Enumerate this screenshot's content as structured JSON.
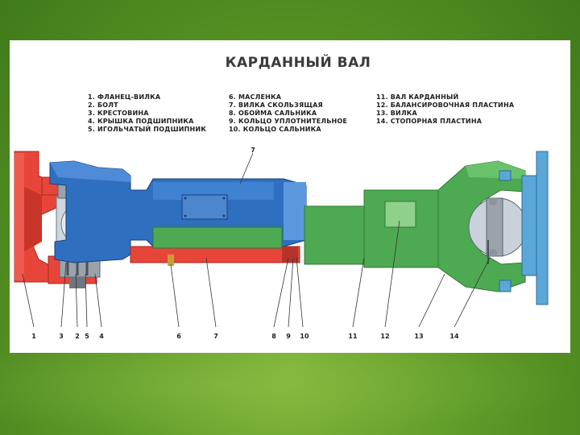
{
  "title": "КАРДАННЫЙ ВАЛ",
  "legend": {
    "col1": [
      "1. ФЛАНЕЦ-ВИЛКА",
      "2. БОЛТ",
      "3. КРЕСТОВИНА",
      "4. КРЫШКА ПОДШИПНИКА",
      "5. ИГОЛЬЧАТЫЙ ПОДШИПНИК"
    ],
    "col2": [
      "6. МАСЛЕНКА",
      "7. ВИЛКА СКОЛЬЗЯЩАЯ",
      "8. ОБОЙМА САЛЬНИКА",
      "9. КОЛЬЦО УПЛОТНИТЕЛЬНОЕ",
      "10. КОЛЬЦО САЛЬНИКА"
    ],
    "col3": [
      "11. ВАЛ КАРДАННЫЙ",
      "12. БАЛАНСИРОВОЧНАЯ ПЛАСТИНА",
      "13. ВИЛКА",
      "14. СТОПОРНАЯ ПЛАСТИНА"
    ]
  },
  "callouts": {
    "top_7": "7",
    "n1": "1",
    "n3": "3",
    "n2": "2",
    "n5": "5",
    "n4": "4",
    "n6": "6",
    "n7": "7",
    "n8": "8",
    "n9": "9",
    "n10": "10",
    "n11": "11",
    "n12": "12",
    "n13": "13",
    "n14": "14"
  },
  "colors": {
    "background_green": "#5f9a28",
    "flange_red": "#e8453a",
    "slip_yoke_blue": "#2f6fc0",
    "shaft_green": "#4eaa52",
    "flange_light_blue": "#5aa7d8"
  }
}
